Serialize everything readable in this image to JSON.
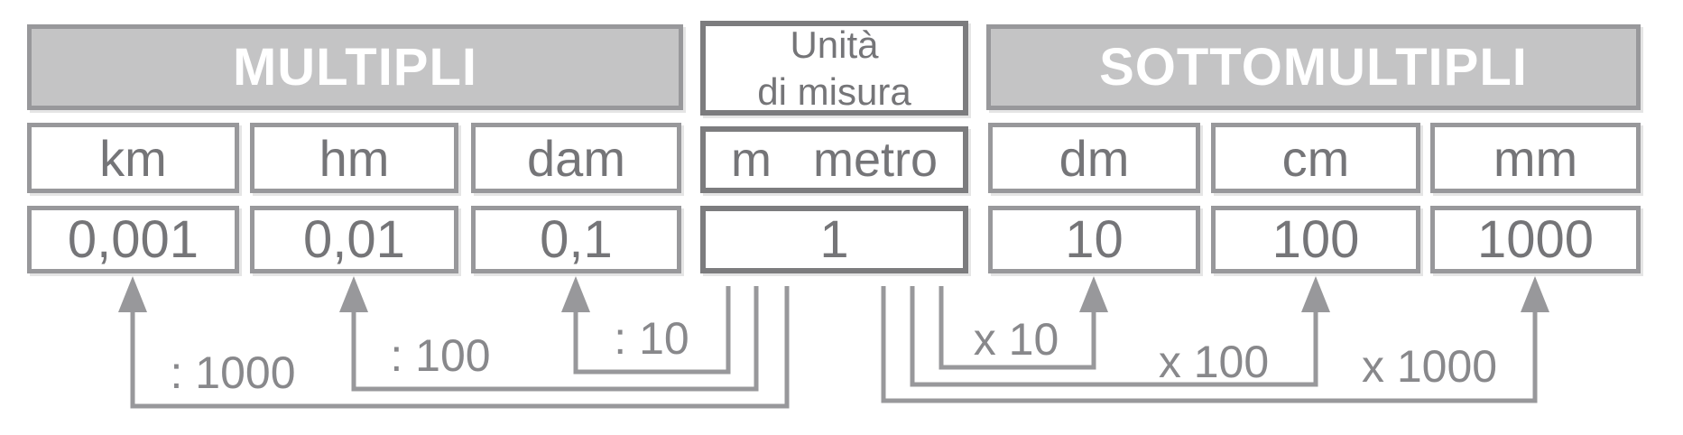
{
  "headers": {
    "left": "MULTIPLI",
    "center_line1": "Unità",
    "center_line2": "di misura",
    "right": "SOTTOMULTIPLI"
  },
  "columns": [
    {
      "unit": "km",
      "value": "0,001"
    },
    {
      "unit": "hm",
      "value": "0,01"
    },
    {
      "unit": "dam",
      "value": "0,1"
    },
    {
      "unit_symbol": "m",
      "unit_name": "metro",
      "value": "1"
    },
    {
      "unit": "dm",
      "value": "10"
    },
    {
      "unit": "cm",
      "value": "100"
    },
    {
      "unit": "mm",
      "value": "1000"
    }
  ],
  "operations": {
    "divide": [
      {
        "label": ": 10"
      },
      {
        "label": ": 100"
      },
      {
        "label": ": 1000"
      }
    ],
    "multiply": [
      {
        "label": "x 10"
      },
      {
        "label": "x 100"
      },
      {
        "label": "x 1000"
      }
    ]
  },
  "colors": {
    "background": "#ffffff",
    "header_fill": "#c4c4c5",
    "header_text": "#ffffff",
    "box_border": "#98989b",
    "center_box_border": "#7c7c7e",
    "text": "#757578",
    "label_text": "#88888b",
    "arrow": "#98989b"
  }
}
